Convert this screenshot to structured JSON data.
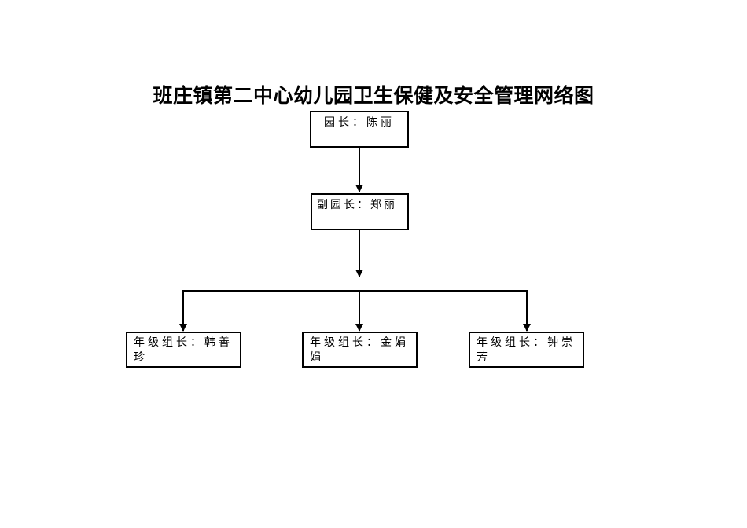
{
  "page": {
    "background": "#ffffff",
    "line_color": "#000000"
  },
  "title": {
    "text": "班庄镇第二中心幼儿园卫生保健及安全管理网络图"
  },
  "org_chart": {
    "nodes": {
      "principal": {
        "label": "园长：陈丽"
      },
      "vice_principal": {
        "label": "副园长：郑丽"
      },
      "grade_leader_1": {
        "label": "年级组长：韩善珍"
      },
      "grade_leader_2": {
        "label": "年级组长：金娟娟"
      },
      "grade_leader_3": {
        "label": "年级组长：钟崇芳"
      }
    },
    "edges": [
      {
        "from": "principal",
        "to": "vice_principal",
        "style": "arrow-down"
      },
      {
        "from": "vice_principal",
        "to": "grade_leader_1",
        "style": "arrow-down"
      },
      {
        "from": "vice_principal",
        "to": "grade_leader_2",
        "style": "arrow-down"
      },
      {
        "from": "vice_principal",
        "to": "grade_leader_3",
        "style": "arrow-down"
      }
    ]
  }
}
